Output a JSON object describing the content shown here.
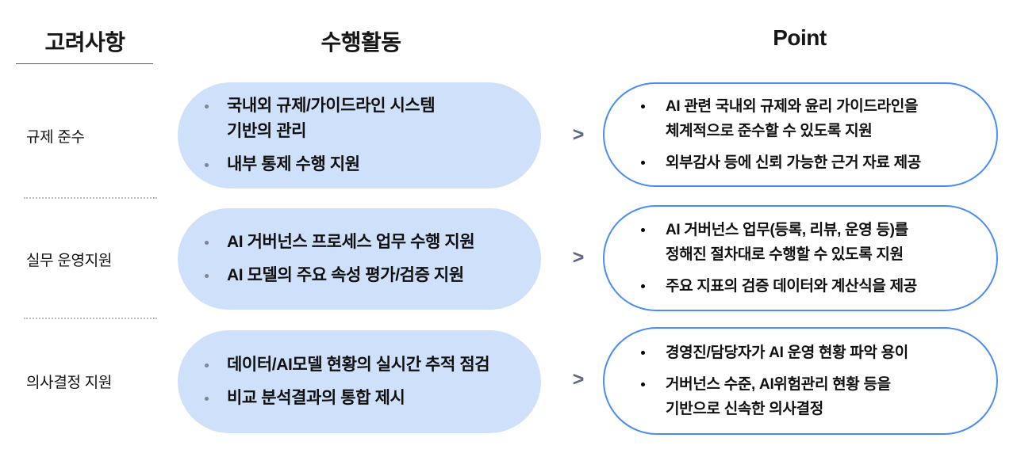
{
  "headers": {
    "considerations": "고려사항",
    "activities": "수행활동",
    "point": "Point"
  },
  "chevron_char": ">",
  "rows": [
    {
      "label": "규제 준수",
      "activities": [
        [
          "국내외 규제/가이드라인 시스템",
          "기반의 관리"
        ],
        [
          "내부 통제 수행 지원"
        ]
      ],
      "points": [
        [
          "AI 관련 국내외 규제와 윤리 가이드라인을",
          "체계적으로 준수할 수 있도록 지원"
        ],
        [
          "외부감사 등에 신뢰 가능한 근거 자료 제공"
        ]
      ]
    },
    {
      "label": "실무 운영지원",
      "activities": [
        [
          "AI 거버넌스 프로세스 업무 수행 지원"
        ],
        [
          "AI 모델의 주요 속성 평가/검증 지원"
        ]
      ],
      "points": [
        [
          "AI 거버넌스 업무(등록, 리뷰, 운영 등)를",
          "정해진 절차대로 수행할 수 있도록 지원"
        ],
        [
          "주요 지표의 검증 데이터와 계산식을 제공"
        ]
      ]
    },
    {
      "label": "의사결정 지원",
      "activities": [
        [
          "데이터/AI모델 현황의 실시간 추적 점검"
        ],
        [
          "비교 분석결과의 통합 제시"
        ]
      ],
      "points": [
        [
          "경영진/담당자가 AI 운영 현황 파악 용이"
        ],
        [
          "거버넌스 수준, AI위험관리 현황 등을",
          "기반으로 신속한 의사결정"
        ]
      ]
    }
  ],
  "colors": {
    "pill_fill": "#cfe0fa",
    "point_border": "#4a8cf5",
    "chevron": "#5b6880"
  }
}
